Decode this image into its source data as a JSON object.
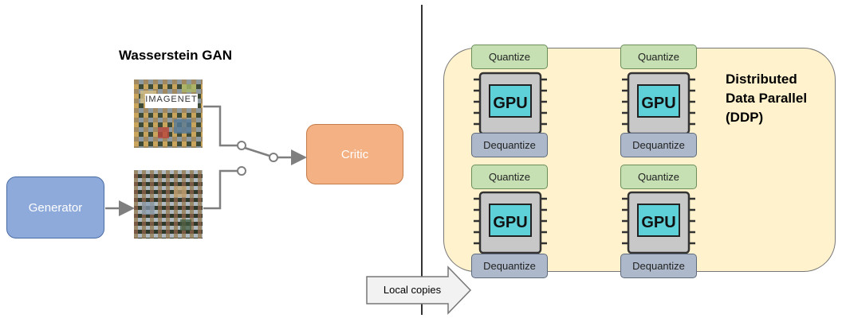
{
  "title": "Wasserstein GAN",
  "generator_label": "Generator",
  "critic_label": "Critic",
  "imagenet_logo_text": "IMAGENET",
  "ddp_label_lines": [
    "Distributed",
    "Data Parallel",
    "(DDP)"
  ],
  "quantize_label": "Quantize",
  "dequantize_label": "Dequantize",
  "gpu_label": "GPU",
  "local_copies_label": "Local copies",
  "colors": {
    "generator": "#8eaadb",
    "critic": "#f4b183",
    "ddp_panel": "#fff2cc",
    "quantize": "#c6e0b4",
    "dequantize": "#adb9ca",
    "gpu_screen": "#5ed0d8"
  }
}
